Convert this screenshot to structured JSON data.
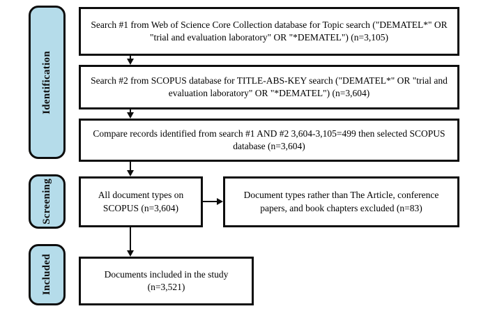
{
  "diagram": {
    "type": "prisma-flow-diagram",
    "accent_color": "#b5dcea",
    "line_color": "#0d0d0d",
    "background_color": "#ffffff"
  },
  "stages": [
    {
      "id": "identification",
      "label": "Identification"
    },
    {
      "id": "screening",
      "label": "Screening"
    },
    {
      "id": "included",
      "label": "Included"
    }
  ],
  "boxes": {
    "search1": {
      "text": "Search #1 from Web of Science Core Collection database for Topic search (\"DEMATEL*\" OR \"trial and evaluation laboratory\" OR \"*DEMATEL\") (n=3,105)"
    },
    "search2": {
      "text": "Search #2 from SCOPUS database for TITLE-ABS-KEY search (\"DEMATEL*\" OR \"trial and evaluation laboratory\" OR \"*DEMATEL\") (n=3,604)"
    },
    "compare": {
      "text": "Compare records identified from search #1 AND #2 3,604-3,105=499 then selected SCOPUS database (n=3,604)"
    },
    "all_documents": {
      "text": "All document types on SCOPUS (n=3,604)"
    },
    "excluded": {
      "text": "Document types rather than The Article, conference papers, and book chapters excluded (n=83)"
    },
    "included": {
      "text": "Documents included in the study (n=3,521)"
    }
  }
}
